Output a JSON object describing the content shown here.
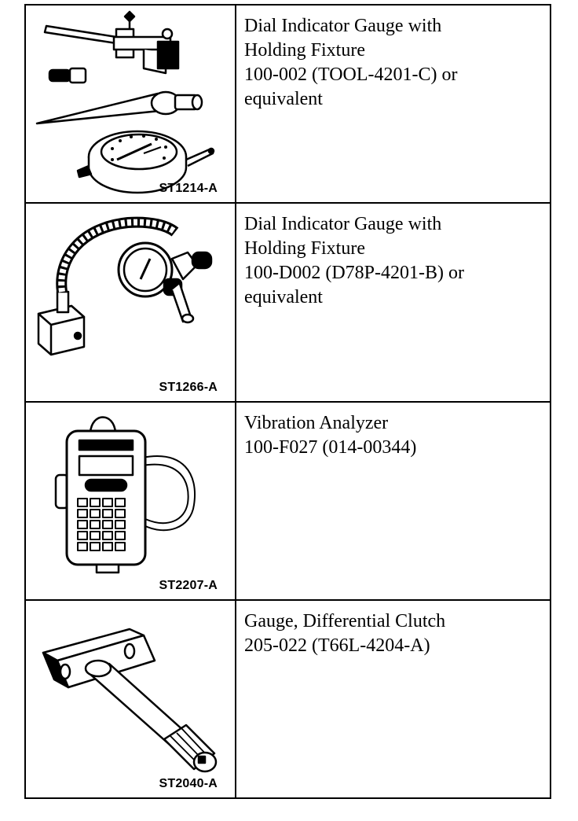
{
  "tools": [
    {
      "illustration": "dial-indicator-with-holding-fixture",
      "code": "ST1214-A",
      "lines": [
        "Dial Indicator Gauge with",
        "Holding Fixture",
        "100-002 (TOOL-4201-C) or",
        "equivalent"
      ]
    },
    {
      "illustration": "dial-indicator-with-magnetic-base",
      "code": "ST1266-A",
      "lines": [
        "Dial Indicator Gauge with",
        "Holding Fixture",
        "100-D002 (D78P-4201-B) or",
        "equivalent"
      ]
    },
    {
      "illustration": "vibration-analyzer",
      "code": "ST2207-A",
      "lines": [
        "Vibration Analyzer",
        "100-F027 (014-00344)"
      ]
    },
    {
      "illustration": "differential-clutch-gauge",
      "code": "ST2040-A",
      "lines": [
        "Gauge, Differential Clutch",
        "205-022 (T66L-4204-A)"
      ]
    }
  ]
}
